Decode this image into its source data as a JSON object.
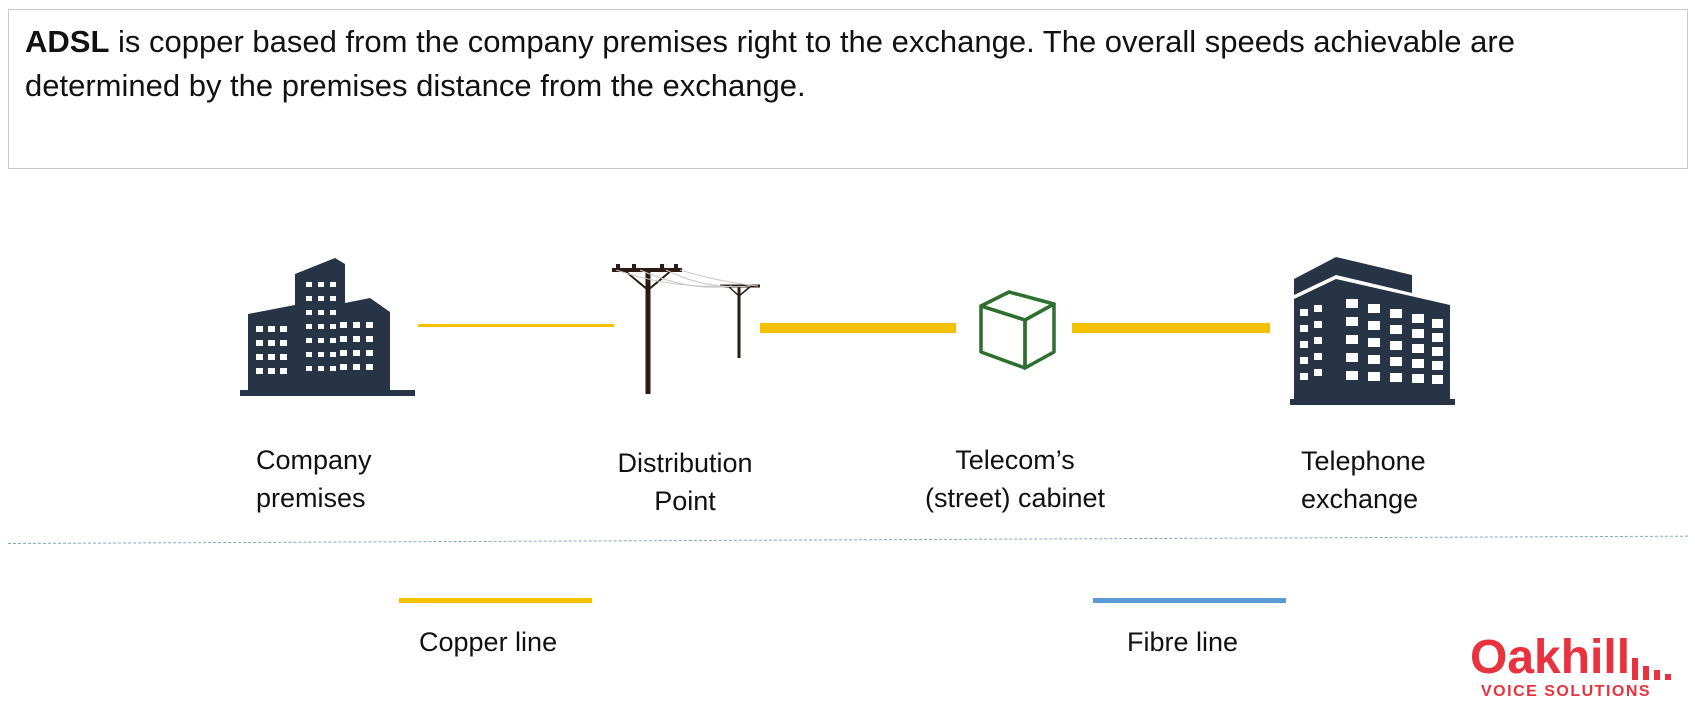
{
  "intro": {
    "bold_term": "ADSL",
    "text": " is copper based from the company premises right to the exchange. The overall speeds achievable are determined by the premises distance from the exchange."
  },
  "nodes": [
    {
      "label": "Company\npremises",
      "icon": "office-buildings-icon"
    },
    {
      "label": "Distribution\nPoint",
      "icon": "telephone-pole-icon"
    },
    {
      "label": "Telecom’s\n(street) cabinet",
      "icon": "cabinet-box-icon"
    },
    {
      "label": "Telephone\nexchange",
      "icon": "exchange-building-icon"
    }
  ],
  "legend": {
    "copper_label": "Copper line",
    "fibre_label": "Fibre line"
  },
  "colors": {
    "copper": "#f5c000",
    "fibre": "#5b9bd5",
    "building": "#263445",
    "cabinet": "#2e6e2e",
    "pole": "#2b1b12",
    "brand": "#e8323e"
  },
  "logo": {
    "name": "Oakhill",
    "tagline": "VOICE SOLUTIONS"
  }
}
